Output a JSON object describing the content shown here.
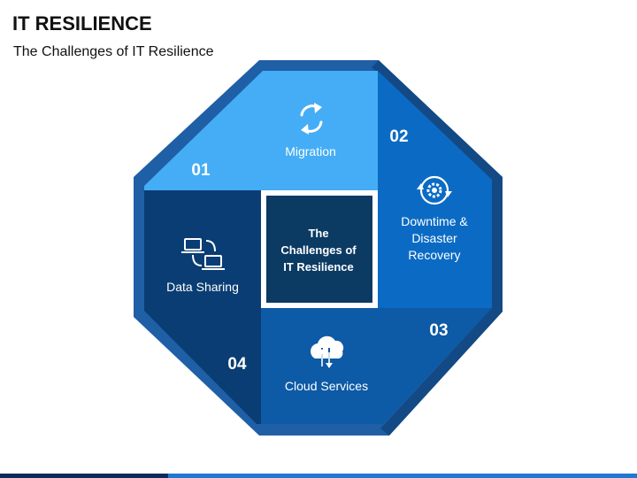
{
  "header": {
    "title": "IT RESILIENCE",
    "subtitle": "The Challenges of IT Resilience"
  },
  "center": {
    "lines": [
      "The",
      "Challenges of",
      "IT Resilience"
    ]
  },
  "items": [
    {
      "number": "01",
      "title_lines": [
        "Migration"
      ],
      "icon": "refresh-arrows-icon"
    },
    {
      "number": "02",
      "title_lines": [
        "Downtime &",
        "Disaster",
        "Recovery"
      ],
      "icon": "gear-cycle-icon"
    },
    {
      "number": "03",
      "title_lines": [
        "Cloud Services"
      ],
      "icon": "cloud-transfer-icon"
    },
    {
      "number": "04",
      "title_lines": [
        "Data Sharing"
      ],
      "icon": "laptops-exchange-icon"
    }
  ],
  "colors": {
    "octagon_border": "#1f5fa6",
    "quadrant_01": "#45adf5",
    "quadrant_02": "#0b6bc4",
    "quadrant_03": "#0d5aa6",
    "quadrant_04": "#0a3d73",
    "center_box": "#0b3a63",
    "bottom_bar_dark": "#0d2a5c",
    "bottom_bar_light": "#1f78d1"
  }
}
